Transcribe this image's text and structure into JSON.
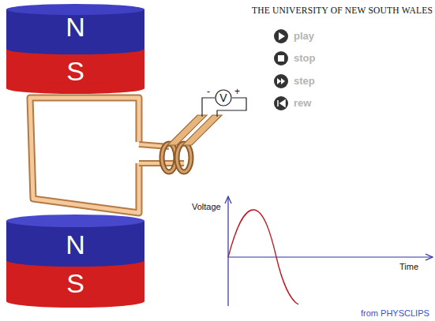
{
  "diagram": {
    "title": "THE UNIVERSITY OF NEW SOUTH WALES",
    "nodes": [
      {
        "text": [
          "N"
        ]
      },
      {
        "text": [
          "S"
        ]
      },
      {
        "text": [
          "V"
        ]
      },
      {
        "text": [
          "N"
        ]
      },
      {
        "text": [
          "S"
        ]
      }
    ],
    "labels": [
      "-",
      "+",
      "play",
      "stop",
      "step",
      "rew",
      "Voltage",
      "Time",
      "from PHYSCLIPS"
    ]
  }
}
